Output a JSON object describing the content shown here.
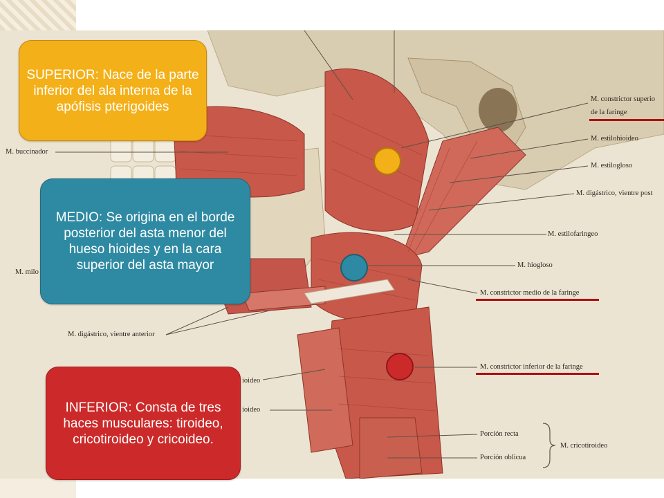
{
  "callouts": {
    "superior": "SUPERIOR: Nace de la parte inferior del ala interna de la apófisis pterigoides",
    "medio": "MEDIO: Se origina en el borde posterior del asta menor del hueso hioides y en la cara superior  del asta mayor",
    "inferior": "INFERIOR: Consta de tres haces musculares: tiroideo, cricotiroideo y cricoideo."
  },
  "labels": {
    "buccinador": "M. buccinador",
    "constrictor_superior_1": "M. constrictor superio",
    "constrictor_superior_2": "de la faringe",
    "estilohioideo": "M. estilohioideo",
    "estilogloso": "M. estilogloso",
    "digastrico_posterior": "M. digástrico, vientre post",
    "estilofaringeo": "M. estilofaringeo",
    "hiogloso": "M. hiogloso",
    "constrictor_medio": "M. constrictor medio de la faringe",
    "milo": "M. milo",
    "digastrico_anterior": "M. digástrico, vientre anterior",
    "constrictor_inferior": "M. constrictor inferior de la faringe",
    "tiroideo_1": "ioideo",
    "tiroideo_2": "ioideo",
    "porcion_recta": "Porción recta",
    "porcion_oblicua": "Porción oblicua",
    "cricotiroideo": "M. cricotiroideo"
  },
  "colors": {
    "superior": "#f4b018",
    "medio": "#2e8aa2",
    "inferior": "#cc2a2a",
    "underline": "#b00f0f"
  }
}
